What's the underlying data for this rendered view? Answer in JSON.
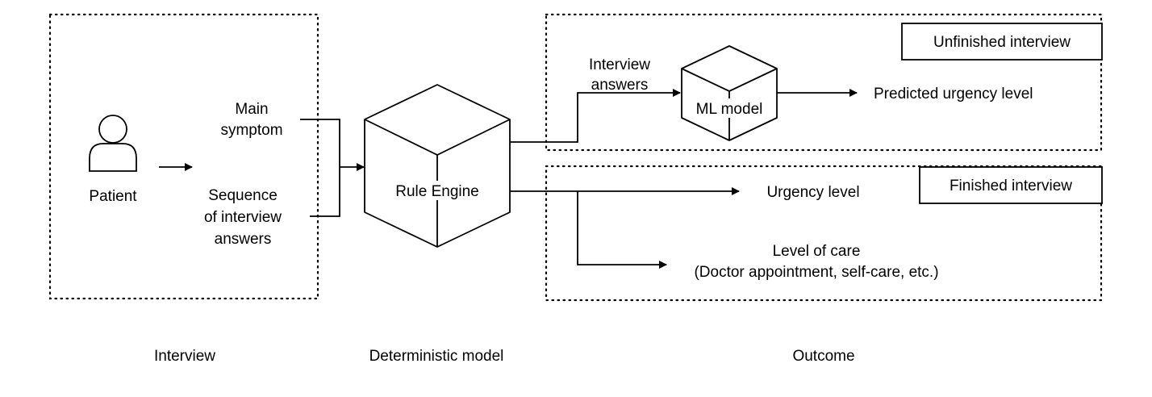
{
  "interview": {
    "patient_label": "Patient",
    "main_symptom": [
      "Main",
      "symptom"
    ],
    "sequence": [
      "Sequence",
      "of interview",
      "answers"
    ],
    "caption": "Interview"
  },
  "deterministic": {
    "rule_engine_label": "Rule Engine",
    "caption": "Deterministic model"
  },
  "outcome": {
    "unfinished_title": "Unfinished interview",
    "interview_answers": [
      "Interview",
      "answers"
    ],
    "ml_model_label": "ML model",
    "predicted_urgency": "Predicted urgency level",
    "finished_title": "Finished interview",
    "urgency_level": "Urgency level",
    "level_of_care": [
      "Level of care",
      "(Doctor appointment, self-care, etc.)"
    ],
    "caption": "Outcome"
  },
  "icons": {
    "patient": "person-icon",
    "rule_engine": "cube-icon",
    "ml_model": "cube-icon"
  }
}
